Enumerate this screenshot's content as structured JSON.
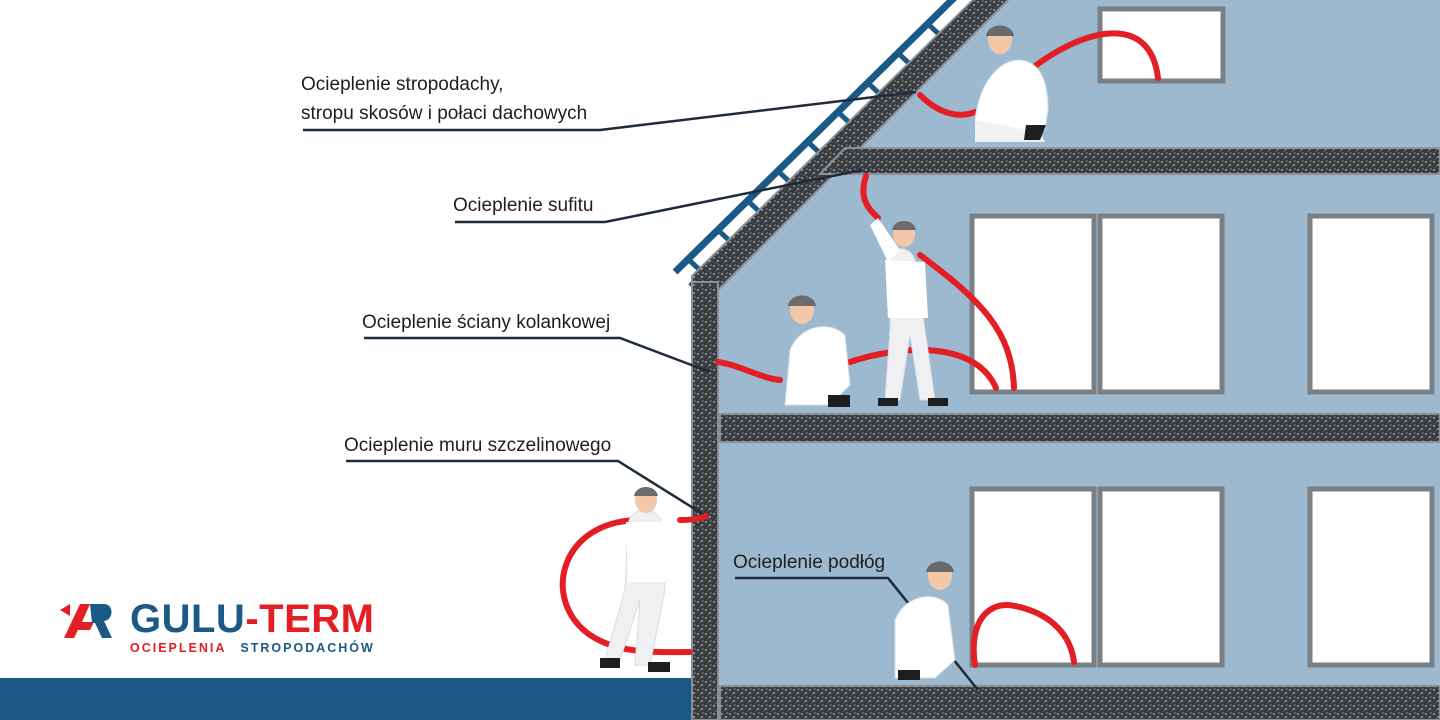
{
  "labels": {
    "roof": "Ocieplenie stropodachy,",
    "roof_line2": "stropu skosów i połaci dachowych",
    "ceiling": "Ocieplenie sufitu",
    "knee_wall": "Ocieplenie ściany kolankowej",
    "cavity_wall": "Ocieplenie muru szczelinowego",
    "floor": "Ocieplenie podłóg"
  },
  "logo": {
    "brand_part1": "GULU",
    "brand_dash": "-",
    "brand_part2": "TERM",
    "tagline_part1": "OCIEPLENIA",
    "tagline_part2": "STROPODACHÓW"
  },
  "colors": {
    "wall_fill": "#9cb9cf",
    "insulation": "#3a3a3a",
    "hose": "#e31e24",
    "roof_tiles": "#1b5a86",
    "ground": "#1b5a86",
    "brand_blue": "#1b5a86",
    "brand_red": "#e31e24"
  }
}
